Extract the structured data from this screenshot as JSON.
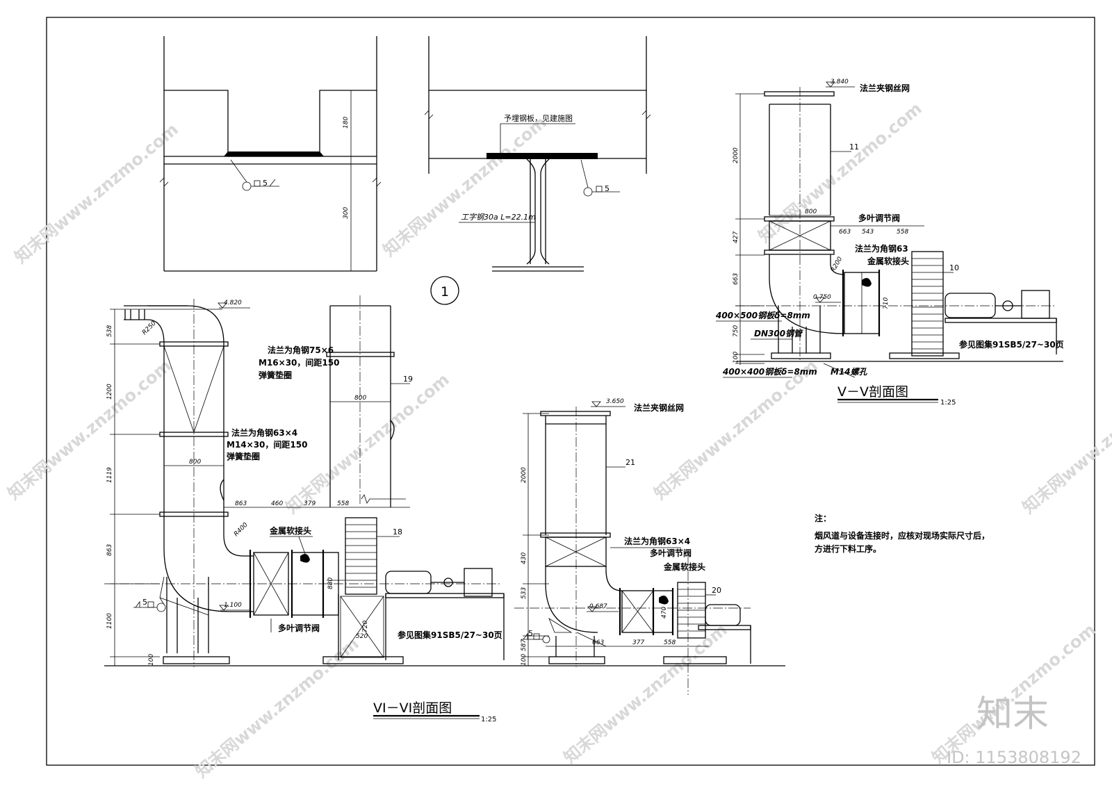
{
  "watermark": {
    "site_text": "知末网www.znzmo.com",
    "logo": "知末",
    "id_text": "ID: 1153808192"
  },
  "detail": {
    "left_dims": [
      "180",
      "300"
    ],
    "weld_symbol": "5",
    "embedded_plate_label": "予埋钢板，见建施图",
    "ibeam_label": "工字钢30a L=22.1m",
    "circle_no": "1"
  },
  "section_vi": {
    "title": "VI－VI剖面图",
    "scale": "1:25",
    "elev_top": "4.820",
    "elev_low": "1.100",
    "radius_top": "R250",
    "radius_elbow": "R400",
    "v_dims": [
      "538",
      "1200",
      "1119",
      "863",
      "1100",
      "100"
    ],
    "h_dims": [
      "863",
      "460",
      "379",
      "558"
    ],
    "width_800": "800",
    "width_800_b": "800",
    "flange_a": [
      "法兰为角钢75×6",
      "M16×30，间距150",
      "弹簧垫圈"
    ],
    "flange_b": [
      "法兰为角钢63×4",
      "M14×30，间距150",
      "弹簧垫圈"
    ],
    "item_19": "19",
    "item_18": "18",
    "metal_joint": "金属软接头",
    "multi_valve": "多叶调节阀",
    "ref_note": "参见图集91SB5/27~30页",
    "duct_h": "880",
    "base_520": "520",
    "base_720": "720",
    "weld5": "5"
  },
  "section_mid": {
    "elev_top": "3.650",
    "mesh_label": "法兰夹钢丝网",
    "item_21": "21",
    "item_20": "20",
    "flange": "法兰为角钢63×4",
    "multi_valve": "多叶调节阀",
    "metal_joint": "金属软接头",
    "elev_low": "0.687",
    "v_dims": [
      "2000",
      "430",
      "533",
      "587",
      "100"
    ],
    "h_dims": [
      "663",
      "377",
      "558"
    ],
    "duct_h": "470",
    "weld5": "5"
  },
  "section_v": {
    "title": "V－V剖面图",
    "scale": "1:25",
    "elev_top": "3.840",
    "mesh_label": "法兰夹钢丝网",
    "item_11": "11",
    "item_10": "10",
    "width_800": "800",
    "multi_valve": "多叶调节阀",
    "h_dims": [
      "663",
      "543",
      "558"
    ],
    "flange": "法兰为角钢63",
    "radius": "R200",
    "metal_joint": "金属软接头",
    "elev_low": "0.750",
    "duct_h": "710",
    "v_dims": [
      "2000",
      "427",
      "663",
      "750",
      "100"
    ],
    "plate_a": "400×500钢板δ=8mm",
    "pipe": "DN300钢管",
    "plate_b": "400×400钢板δ=8mm",
    "bolt": "M14螺孔",
    "ref_note": "参见图集91SB5/27~30页"
  },
  "notes": {
    "heading": "注：",
    "lines": [
      "烟风道与设备连接时，应核对现场实际尺寸后，",
      "方进行下料工序。"
    ]
  }
}
